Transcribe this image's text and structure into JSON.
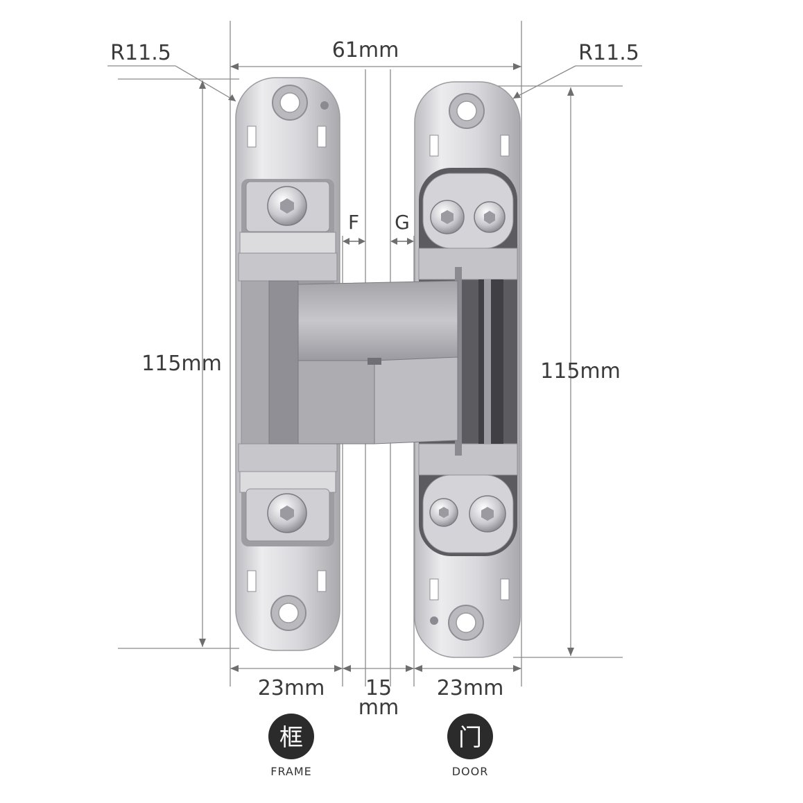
{
  "dimensions": {
    "top_width": "61mm",
    "left_radius": "R11.5",
    "right_radius": "R11.5",
    "left_height": "115mm",
    "right_height": "115mm",
    "frame_width": "23mm",
    "gap_value": "15",
    "gap_unit": "mm",
    "door_width": "23mm",
    "gap_f_label": "F",
    "gap_g_label": "G"
  },
  "badges": {
    "frame": {
      "char": "框",
      "caption": "FRAME"
    },
    "door": {
      "char": "门",
      "caption": "DOOR"
    }
  },
  "colors": {
    "dimension_line": "#8a8a8a",
    "metal_light": "#e2e2e4",
    "metal_mid": "#c4c4c8",
    "metal_dark": "#8e8e94",
    "badge_fill": "#2b2b2b"
  }
}
